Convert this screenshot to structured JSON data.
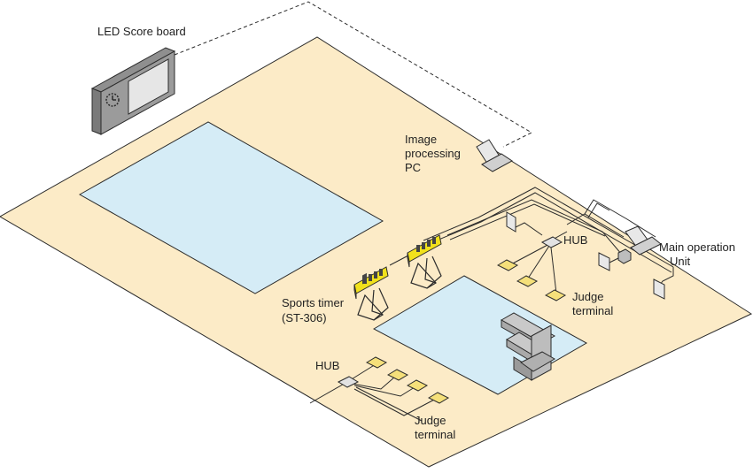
{
  "labels": {
    "led_scoreboard": "LED Score board",
    "image_pc_line1": "Image",
    "image_pc_line2": "processing",
    "image_pc_line3": "PC",
    "hub_top": "HUB",
    "main_op_line1": "Main operation",
    "main_op_line2": "Unit",
    "sports_timer_line1": "Sports timer",
    "sports_timer_line2": "(ST-306)",
    "judge_top_line1": "Judge",
    "judge_top_line2": "terminal",
    "hub_bottom": "HUB",
    "judge_bottom_line1": "Judge",
    "judge_bottom_line2": "terminal"
  },
  "colors": {
    "floor": "#fcebc7",
    "pool": "#d5ecf6",
    "timer_yellow": "#f1e11c",
    "scoreboard_body": "#8f8f8f",
    "scoreboard_screen": "#e6e6e6",
    "platform": "#b9b9b9",
    "terminal": "#f5e07a",
    "device_grey": "#dcdcdc",
    "line": "#2b2b2b"
  },
  "icons": {
    "scoreboard": "led-scoreboard-icon",
    "clock": "clock-icon",
    "laptop": "laptop-icon",
    "monitor": "monitor-icon",
    "hub": "hub-icon",
    "terminal": "judge-terminal-icon",
    "timer": "sports-timer-icon",
    "platform": "diving-platform-icon"
  }
}
